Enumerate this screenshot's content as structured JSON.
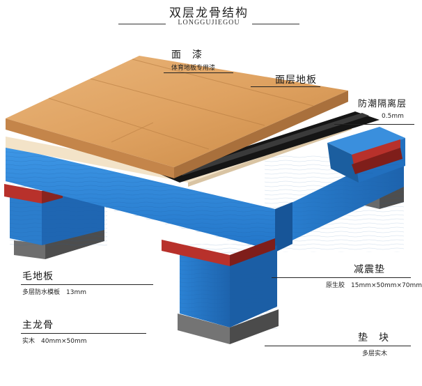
{
  "title": {
    "main": "双层龙骨结构",
    "sub": "LONGGUJIEGOU"
  },
  "labels": {
    "paint": {
      "name": "面　漆",
      "desc": "体育地板专用漆"
    },
    "surface_board": {
      "name": "面层地板"
    },
    "moisture_layer": {
      "name": "防潮隔离层",
      "desc": "0.5mm"
    },
    "sub_floor": {
      "name": "毛地板",
      "desc": "多层防水模板　13mm"
    },
    "main_keel": {
      "name": "主龙骨",
      "desc": "实木　40mm×50mm"
    },
    "shock_pad": {
      "name": "减震垫",
      "desc": "原生胶　15mm×50mm×70mm"
    },
    "block": {
      "name": "垫　块",
      "desc": "多层实木"
    }
  },
  "colors": {
    "wood_top": "#e2a867",
    "wood_side": "#c98c4e",
    "plywood": "#f0dcc0",
    "membrane": "#1c1c1c",
    "keel_blue": "#2a7fd1",
    "keel_blue_dark": "#1d5fa6",
    "pad_red": "#b8312b",
    "block_grey": "#5a5a5a"
  }
}
